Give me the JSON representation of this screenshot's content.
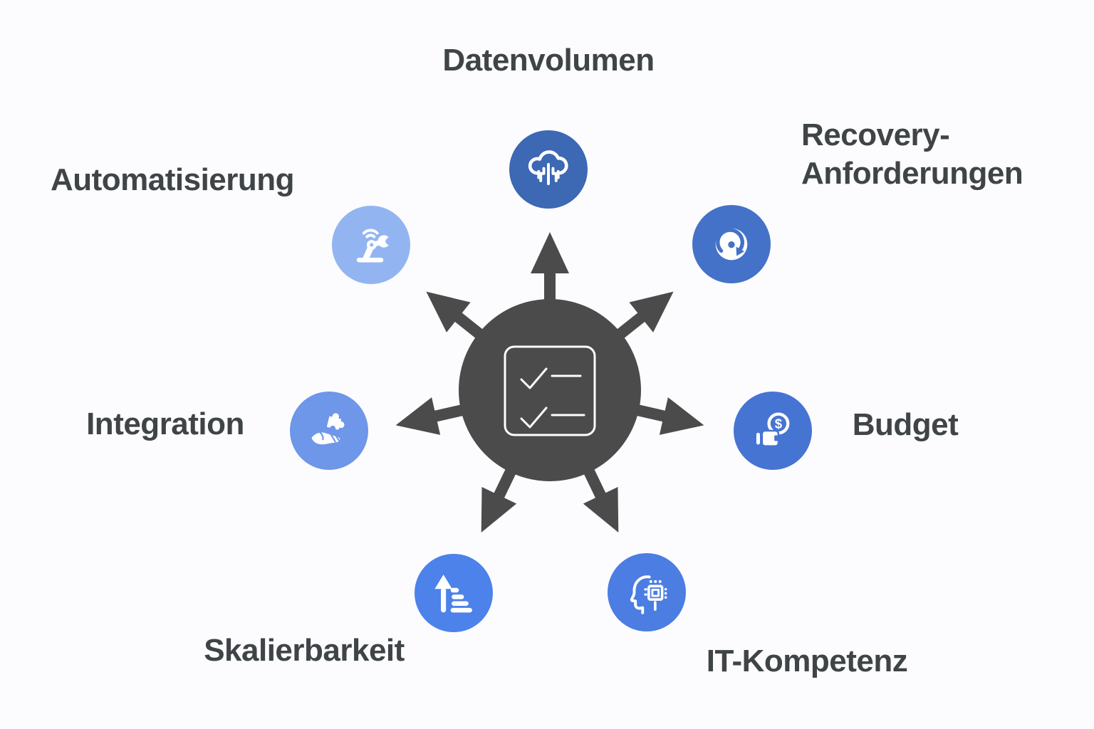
{
  "hub": {
    "icon": "checklist-icon"
  },
  "nodes": [
    {
      "id": "datenvolumen",
      "label": "Datenvolumen",
      "icon": "cloud-data-icon",
      "color": "#3c68b4"
    },
    {
      "id": "recovery-anforderungen",
      "label_line1": "Recovery-",
      "label_line2": "Anforderungen",
      "icon": "backup-restore-icon",
      "color": "#4472c8"
    },
    {
      "id": "budget",
      "label": "Budget",
      "icon": "wallet-dollar-icon",
      "color": "#4674d2",
      "coin_symbol": "$"
    },
    {
      "id": "it-kompetenz",
      "label": "IT-Kompetenz",
      "icon": "head-chip-icon",
      "color": "#4b7de2"
    },
    {
      "id": "skalierbarkeit",
      "label": "Skalierbarkeit",
      "icon": "scale-up-icon",
      "color": "#4c82ea"
    },
    {
      "id": "integration",
      "label": "Integration",
      "icon": "hand-puzzle-icon",
      "color": "#6e96e9"
    },
    {
      "id": "automatisierung",
      "label": "Automatisierung",
      "icon": "robot-arm-icon",
      "color": "#92b5f2"
    }
  ],
  "colors": {
    "hub": "#4b4b4b",
    "label_text": "#3f4447",
    "icon_stroke": "#ffffff",
    "background": "#fcfcfe"
  }
}
